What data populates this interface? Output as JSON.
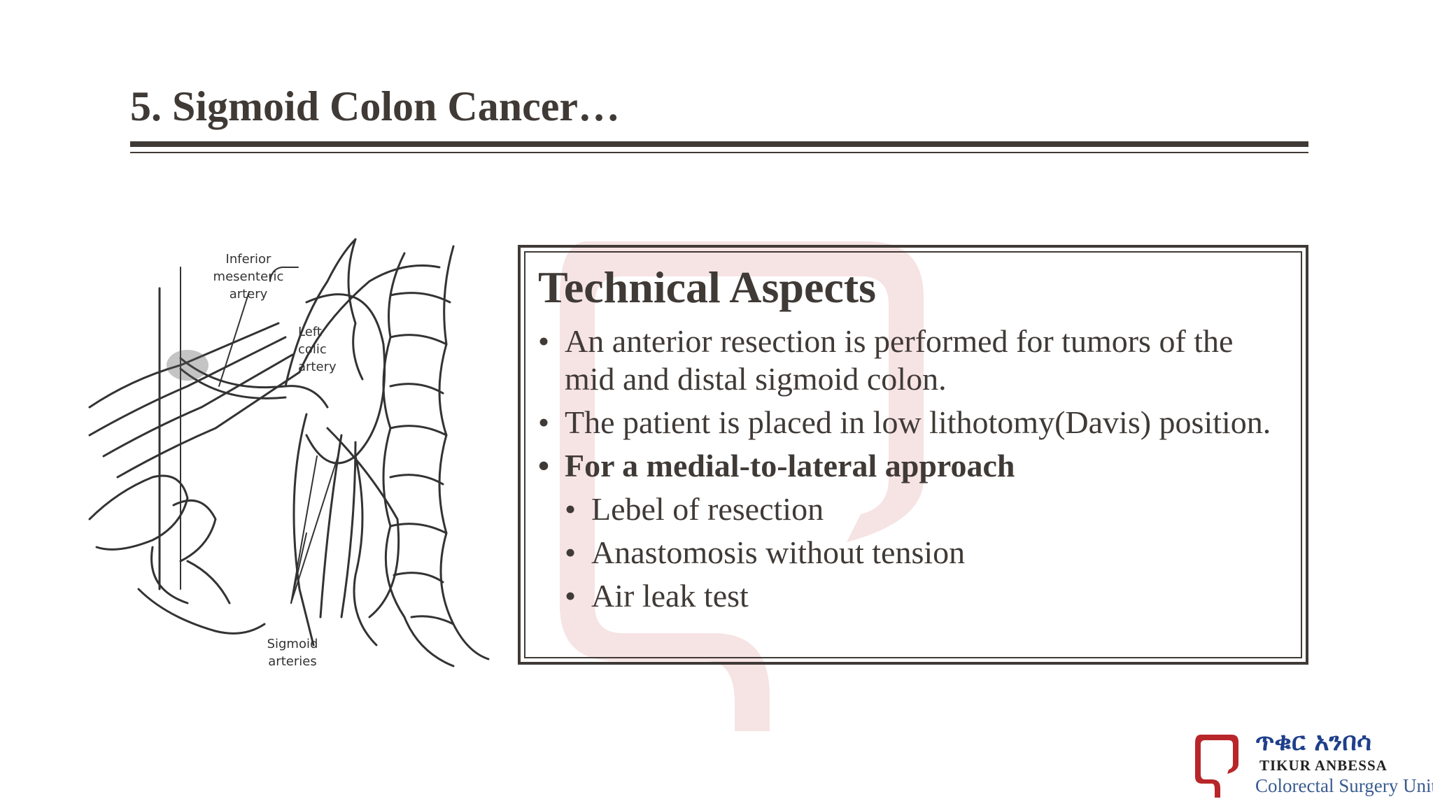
{
  "slide": {
    "title": "5. Sigmoid Colon Cancer…"
  },
  "figure": {
    "labels": {
      "ima": "Inferior\nmesenteric\nartery",
      "left_colic": "Left\ncolic\nartery",
      "sigmoid": "Sigmoid\narteries"
    }
  },
  "box": {
    "heading": "Technical Aspects",
    "bullets": [
      "An anterior resection is performed for tumors of the mid and distal sigmoid colon.",
      "The patient is placed in low lithotomy(Davis) position.",
      "For a medial-to-lateral approach"
    ],
    "sub_bullets": [
      "Lebel of resection",
      "Anastomosis without tension",
      "Air leak test"
    ]
  },
  "logo": {
    "amharic": "ጥቁር አንበሳ",
    "latin": "TIKUR ANBESSA",
    "unit": "Colorectal Surgery Unit"
  },
  "colors": {
    "text": "#403a36",
    "logo_red": "#b8262a",
    "logo_blue": "#1f3f8a"
  }
}
